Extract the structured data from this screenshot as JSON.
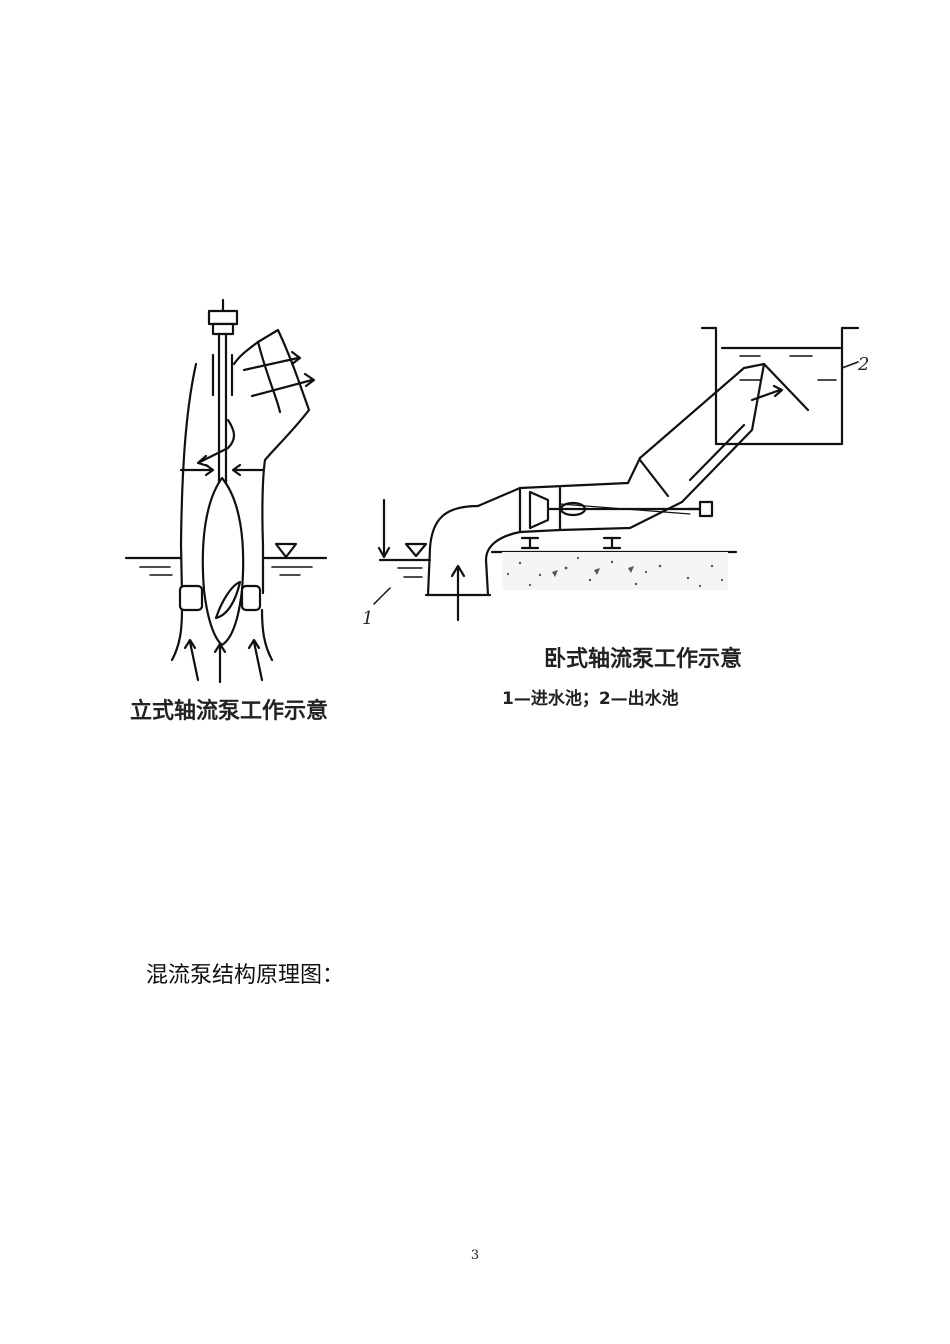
{
  "figure": {
    "vertical_pump": {
      "caption": "立式轴流泵工作示意"
    },
    "horizontal_pump": {
      "caption": "卧式轴流泵工作示意",
      "legend": "1—进水池；2—出水池",
      "label_inlet": "1",
      "label_outlet": "2"
    }
  },
  "section": {
    "heading": "混流泵结构原理图："
  },
  "page": {
    "number": "3"
  }
}
